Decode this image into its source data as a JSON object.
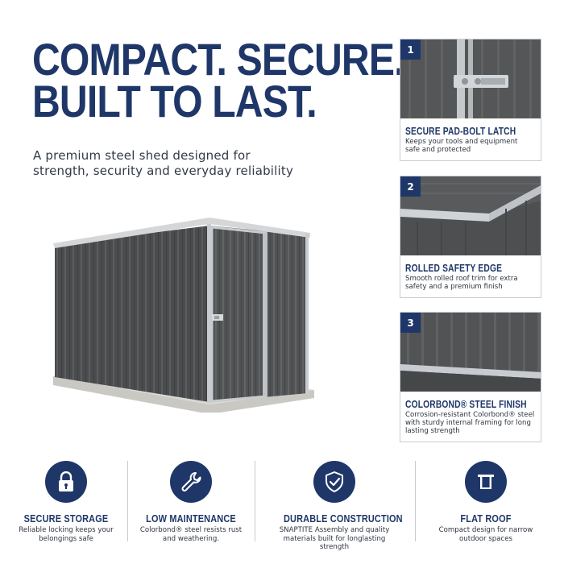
{
  "headline": {
    "line1": "COMPACT. SECURE.",
    "line2": "BUILT TO LAST."
  },
  "subhead": {
    "line1": "A premium steel shed designed for",
    "line2": "strength, security and everyday reliability"
  },
  "colors": {
    "navy": "#1f3768",
    "steel_dark": "#4b4d4e",
    "trim": "#c8ccd0"
  },
  "cards": [
    {
      "number": "1",
      "title": "SECURE PAD-BOLT LATCH",
      "desc_line1": "Keeps your tools and equipment",
      "desc_line2": "safe and protected",
      "desc_line3": ""
    },
    {
      "number": "2",
      "title": "ROLLED SAFETY EDGE",
      "desc_line1": "Smooth rolled roof trim for extra",
      "desc_line2": "safety and a premium finish",
      "desc_line3": ""
    },
    {
      "number": "3",
      "title": "COLORBOND® STEEL FINISH",
      "desc_line1": "Corrosion-resistant Colorbond® steel",
      "desc_line2": "with sturdy internal framing for long",
      "desc_line3": "lasting strength"
    }
  ],
  "features": [
    {
      "icon": "padlock-icon",
      "title": "SECURE STORAGE",
      "desc_line1": "Reliable locking keeps your",
      "desc_line2": "belongings safe"
    },
    {
      "icon": "wrench-icon",
      "title": "LOW MAINTENANCE",
      "desc_line1": "Colorbond® steel resists rust",
      "desc_line2": "and weathering."
    },
    {
      "icon": "shield-check-icon",
      "title": "DURABLE CONSTRUCTION",
      "desc_line1": "SNAPTITE Assembly and quality",
      "desc_line2": "materials built for longlasting strength"
    },
    {
      "icon": "flat-roof-icon",
      "title": "FLAT ROOF",
      "desc_line1": "Compact design for narrow",
      "desc_line2": "outdoor spaces"
    }
  ]
}
